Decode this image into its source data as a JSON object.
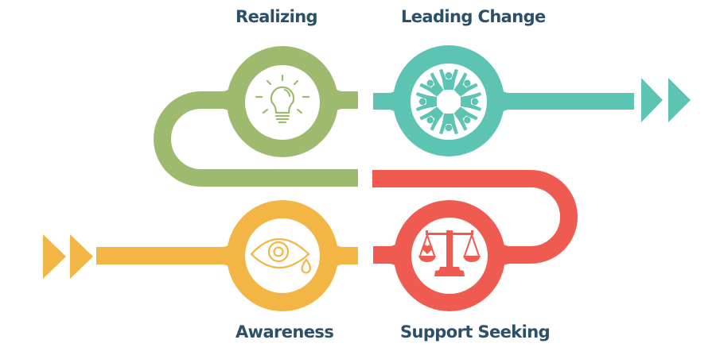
{
  "diagram": {
    "stages": [
      {
        "id": "realizing",
        "label": "Realizing",
        "icon": "lightbulb-icon",
        "color": "#9dba6e"
      },
      {
        "id": "leading-change",
        "label": "Leading Change",
        "icon": "people-circle-icon",
        "color": "#5dc4b3"
      },
      {
        "id": "support-seeking",
        "label": "Support Seeking",
        "icon": "scales-icon",
        "color": "#ef5b50"
      },
      {
        "id": "awareness",
        "label": "Awareness",
        "icon": "crying-eye-icon",
        "color": "#f3b544"
      }
    ],
    "text_color": "#2b5069"
  }
}
